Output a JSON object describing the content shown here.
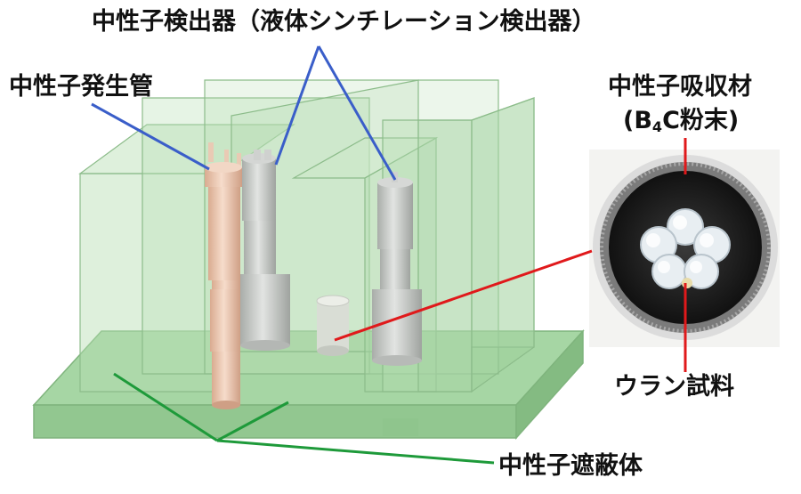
{
  "labels": {
    "detector": "中性子検出器（液体シンチレーション検出器）",
    "generator": "中性子発生管",
    "absorber_line1": "中性子吸収材",
    "absorber_line2_pre": "(B",
    "absorber_line2_sub": "4",
    "absorber_line2_post": "C粉末)",
    "sample": "ウラン試料",
    "shield": "中性子遮蔽体"
  },
  "colors": {
    "shield_green": "#9fd39f",
    "detector_gray": "#c9cbc9",
    "generator_tan": "#e8c7b0",
    "leader_blue": "#3a5ec9",
    "leader_red": "#e0191b",
    "leader_green": "#1e9a3a",
    "text": "#111111"
  }
}
